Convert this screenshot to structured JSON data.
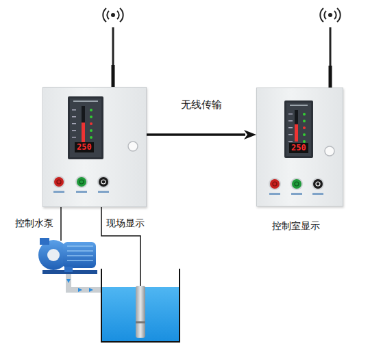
{
  "diagram": {
    "nodes": [
      {
        "text": [
          "250"
        ]
      },
      {
        "text": [
          "250",
          "控制室显示"
        ]
      }
    ],
    "edges": [
      {
        "from": 0,
        "to": 1,
        "arrow": "to",
        "label": "无线传输"
      }
    ],
    "labels": [
      "控制水泵",
      "现场显示"
    ]
  }
}
